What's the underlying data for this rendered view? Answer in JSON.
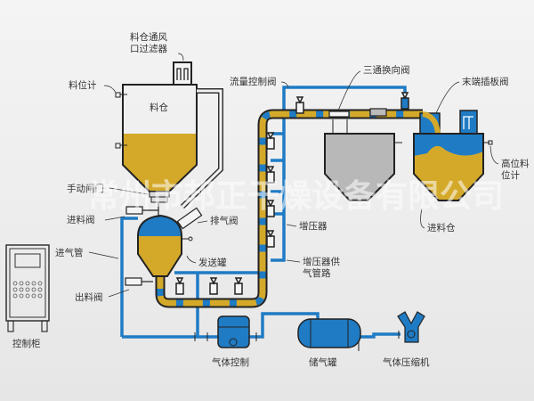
{
  "colors": {
    "material": "#d4a92a",
    "air": "#1f7bc4",
    "pipe_outline": "#222222",
    "hopper_grey": "#b8b8b8",
    "background": "#eeeeee"
  },
  "labels": {
    "bin_vent_filter": [
      "料仓通风",
      "口过滤器"
    ],
    "level_gauge": "料位计",
    "silo": "料仓",
    "manual_gate": "手动闸门",
    "inlet_valve": "进料阀",
    "air_inlet_pipe": "进气管",
    "exhaust_valve": "排气阀",
    "conveying_tank": "发送罐",
    "discharge_valve": "出料阀",
    "control_cabinet": "控制柜",
    "flow_control_valve": "流量控制阀",
    "three_way_valve": "三通换向阀",
    "end_gate_valve": "末端插板阀",
    "booster": "增压器",
    "booster_air_line": [
      "增压器供",
      "气管路"
    ],
    "high_level_gauge": [
      "高位料",
      "位计"
    ],
    "receiving_bin": "进料仓",
    "gas_control": "气体控制",
    "air_receiver": "储气罐",
    "air_compressor": "气体压缩机"
  },
  "watermark": "常州市邦正干燥设备有限公司"
}
